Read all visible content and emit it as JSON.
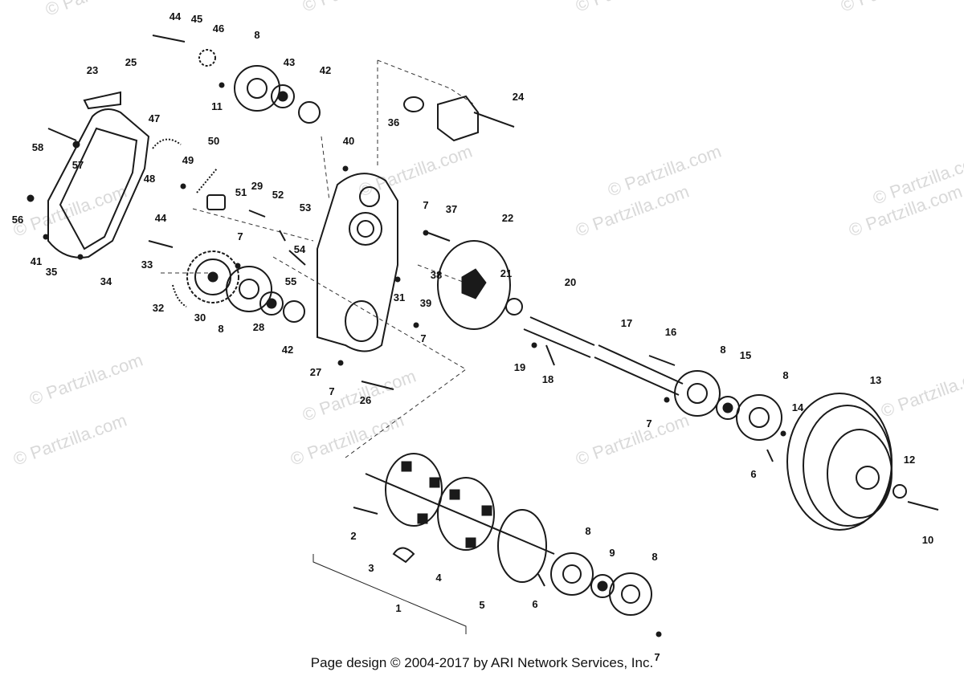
{
  "footer": "Page design © 2004-2017 by ARI Network Services, Inc.",
  "watermark_text": "© Partzilla.com",
  "callouts": [
    "44",
    "45",
    "46",
    "8",
    "43",
    "42",
    "11",
    "23",
    "25",
    "24",
    "36",
    "47",
    "58",
    "57",
    "48",
    "49",
    "50",
    "51",
    "29",
    "52",
    "53",
    "40",
    "7",
    "37",
    "22",
    "56",
    "41",
    "35",
    "34",
    "44",
    "33",
    "7",
    "30",
    "32",
    "8",
    "28",
    "42",
    "54",
    "55",
    "31",
    "38",
    "21",
    "20",
    "39",
    "7",
    "27",
    "7",
    "26",
    "19",
    "18",
    "17",
    "16",
    "8",
    "15",
    "8",
    "14",
    "13",
    "7",
    "6",
    "12",
    "10",
    "2",
    "3",
    "4",
    "5",
    "1",
    "6",
    "8",
    "9",
    "8",
    "7"
  ]
}
